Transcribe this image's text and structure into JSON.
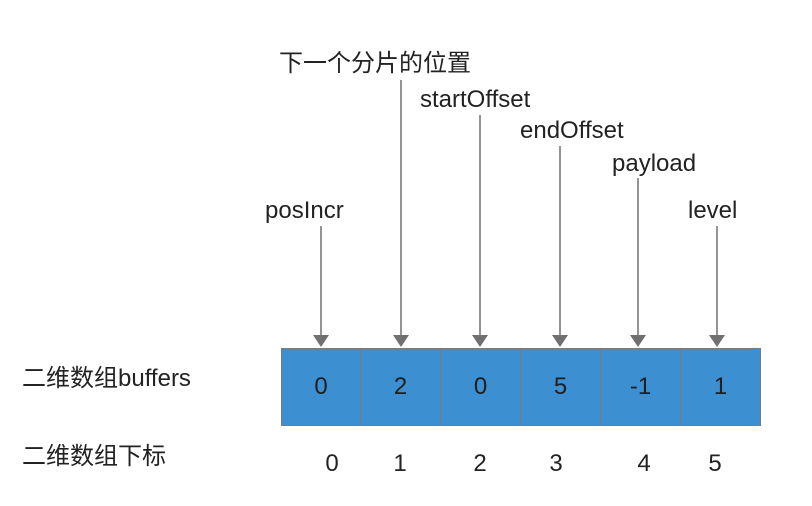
{
  "colors": {
    "cell_fill": "#3c8fd0",
    "arrow": "#707070",
    "text": "#222222"
  },
  "field_labels": [
    "下一个分片的位置",
    "startOffset",
    "endOffset",
    "payload",
    "level",
    "posIncr"
  ],
  "rows": {
    "buffers_label": "二维数组buffers",
    "index_label": "二维数组下标"
  },
  "buffers": [
    "0",
    "2",
    "0",
    "5",
    "-1",
    "1"
  ],
  "indices": [
    "0",
    "1",
    "2",
    "3",
    "4",
    "5"
  ]
}
